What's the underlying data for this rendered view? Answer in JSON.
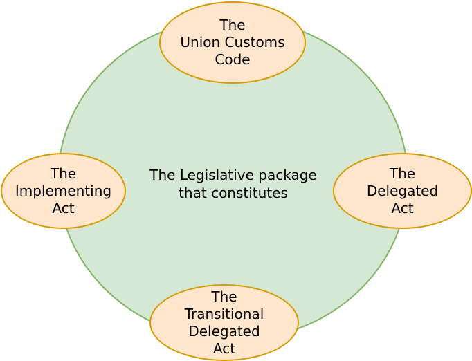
{
  "diagram": {
    "center_label": "The Legislative package\nthat constitutes",
    "nodes": {
      "top": "The\nUnion Customs\nCode",
      "left": "The\nImplementing\nAct",
      "right": "The\nDelegated\nAct",
      "bottom": "The\nTransitional\nDelegated\nAct"
    },
    "colors": {
      "circle_fill": "#d5e8d4",
      "circle_stroke": "#82b366",
      "node_fill": "#ffe6cc",
      "node_stroke": "#d79b00"
    }
  }
}
